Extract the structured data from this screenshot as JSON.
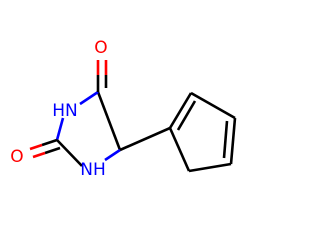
{
  "atoms": {
    "o_top": {
      "label": "O",
      "color": "#ff0000"
    },
    "o_left": {
      "label": "O",
      "color": "#ff0000"
    },
    "nh_upper": {
      "label": "HN",
      "color": "#0000ff"
    },
    "nh_lower": {
      "label": "NH",
      "color": "#0000ff"
    }
  },
  "colors": {
    "bond": "#000000",
    "oxygen": "#ff0000",
    "nitrogen": "#0000ff",
    "background": "#ffffff"
  }
}
